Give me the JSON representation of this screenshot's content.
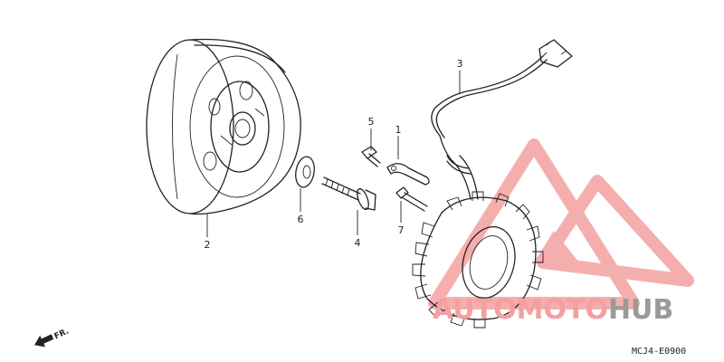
{
  "parts": [
    {
      "number": "1"
    },
    {
      "number": "2"
    },
    {
      "number": "3"
    },
    {
      "number": "4"
    },
    {
      "number": "5"
    },
    {
      "number": "6"
    },
    {
      "number": "7"
    }
  ],
  "direction_label": "FR.",
  "diagram_code": "MCJ4-E0900",
  "watermark": {
    "brand": "AUTOMOTOHUB",
    "part_a": "AUTOMOTO",
    "part_b": "HUB",
    "color_primary": "#f4a0a0",
    "color_secondary": "#9a9a9a"
  }
}
